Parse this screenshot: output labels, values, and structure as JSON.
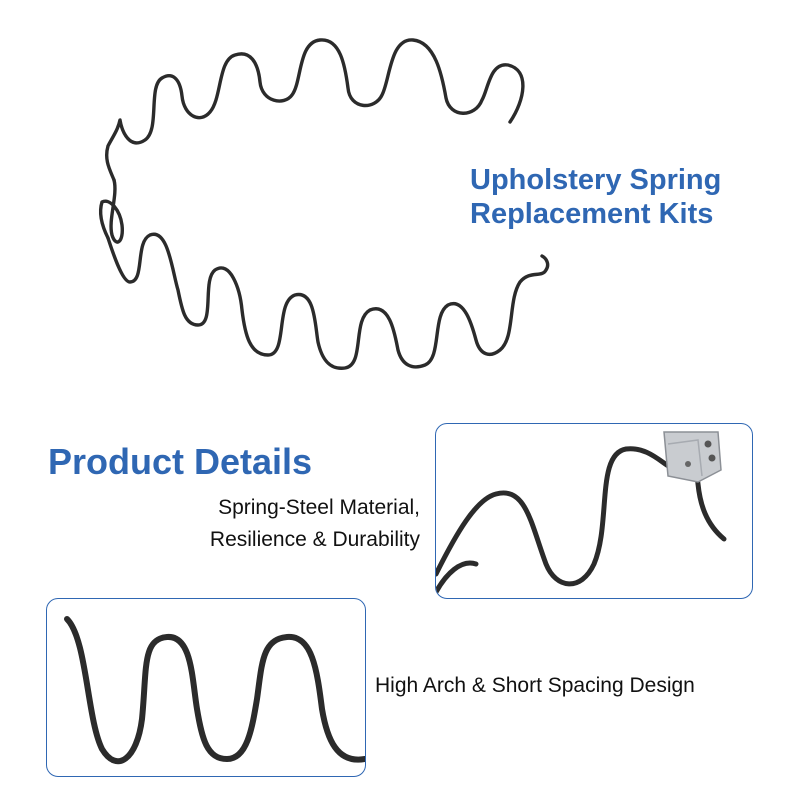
{
  "hero": {
    "title_line1": "Upholstery Spring",
    "title_line2": "Replacement Kits",
    "image_icon": "sinuous-spring-coil-icon"
  },
  "details": {
    "heading": "Product Details",
    "feature1_line1": "Spring-Steel Material,",
    "feature1_line2": "Resilience & Durability",
    "feature2": "High Arch & Short Spacing Design",
    "closeup1_icon": "spring-end-clip-closeup-icon",
    "closeup2_icon": "spring-arch-closeup-icon"
  },
  "colors": {
    "accent": "#2f67b3",
    "wire": "#2b2b2b",
    "clip": "#c9ccd0"
  }
}
